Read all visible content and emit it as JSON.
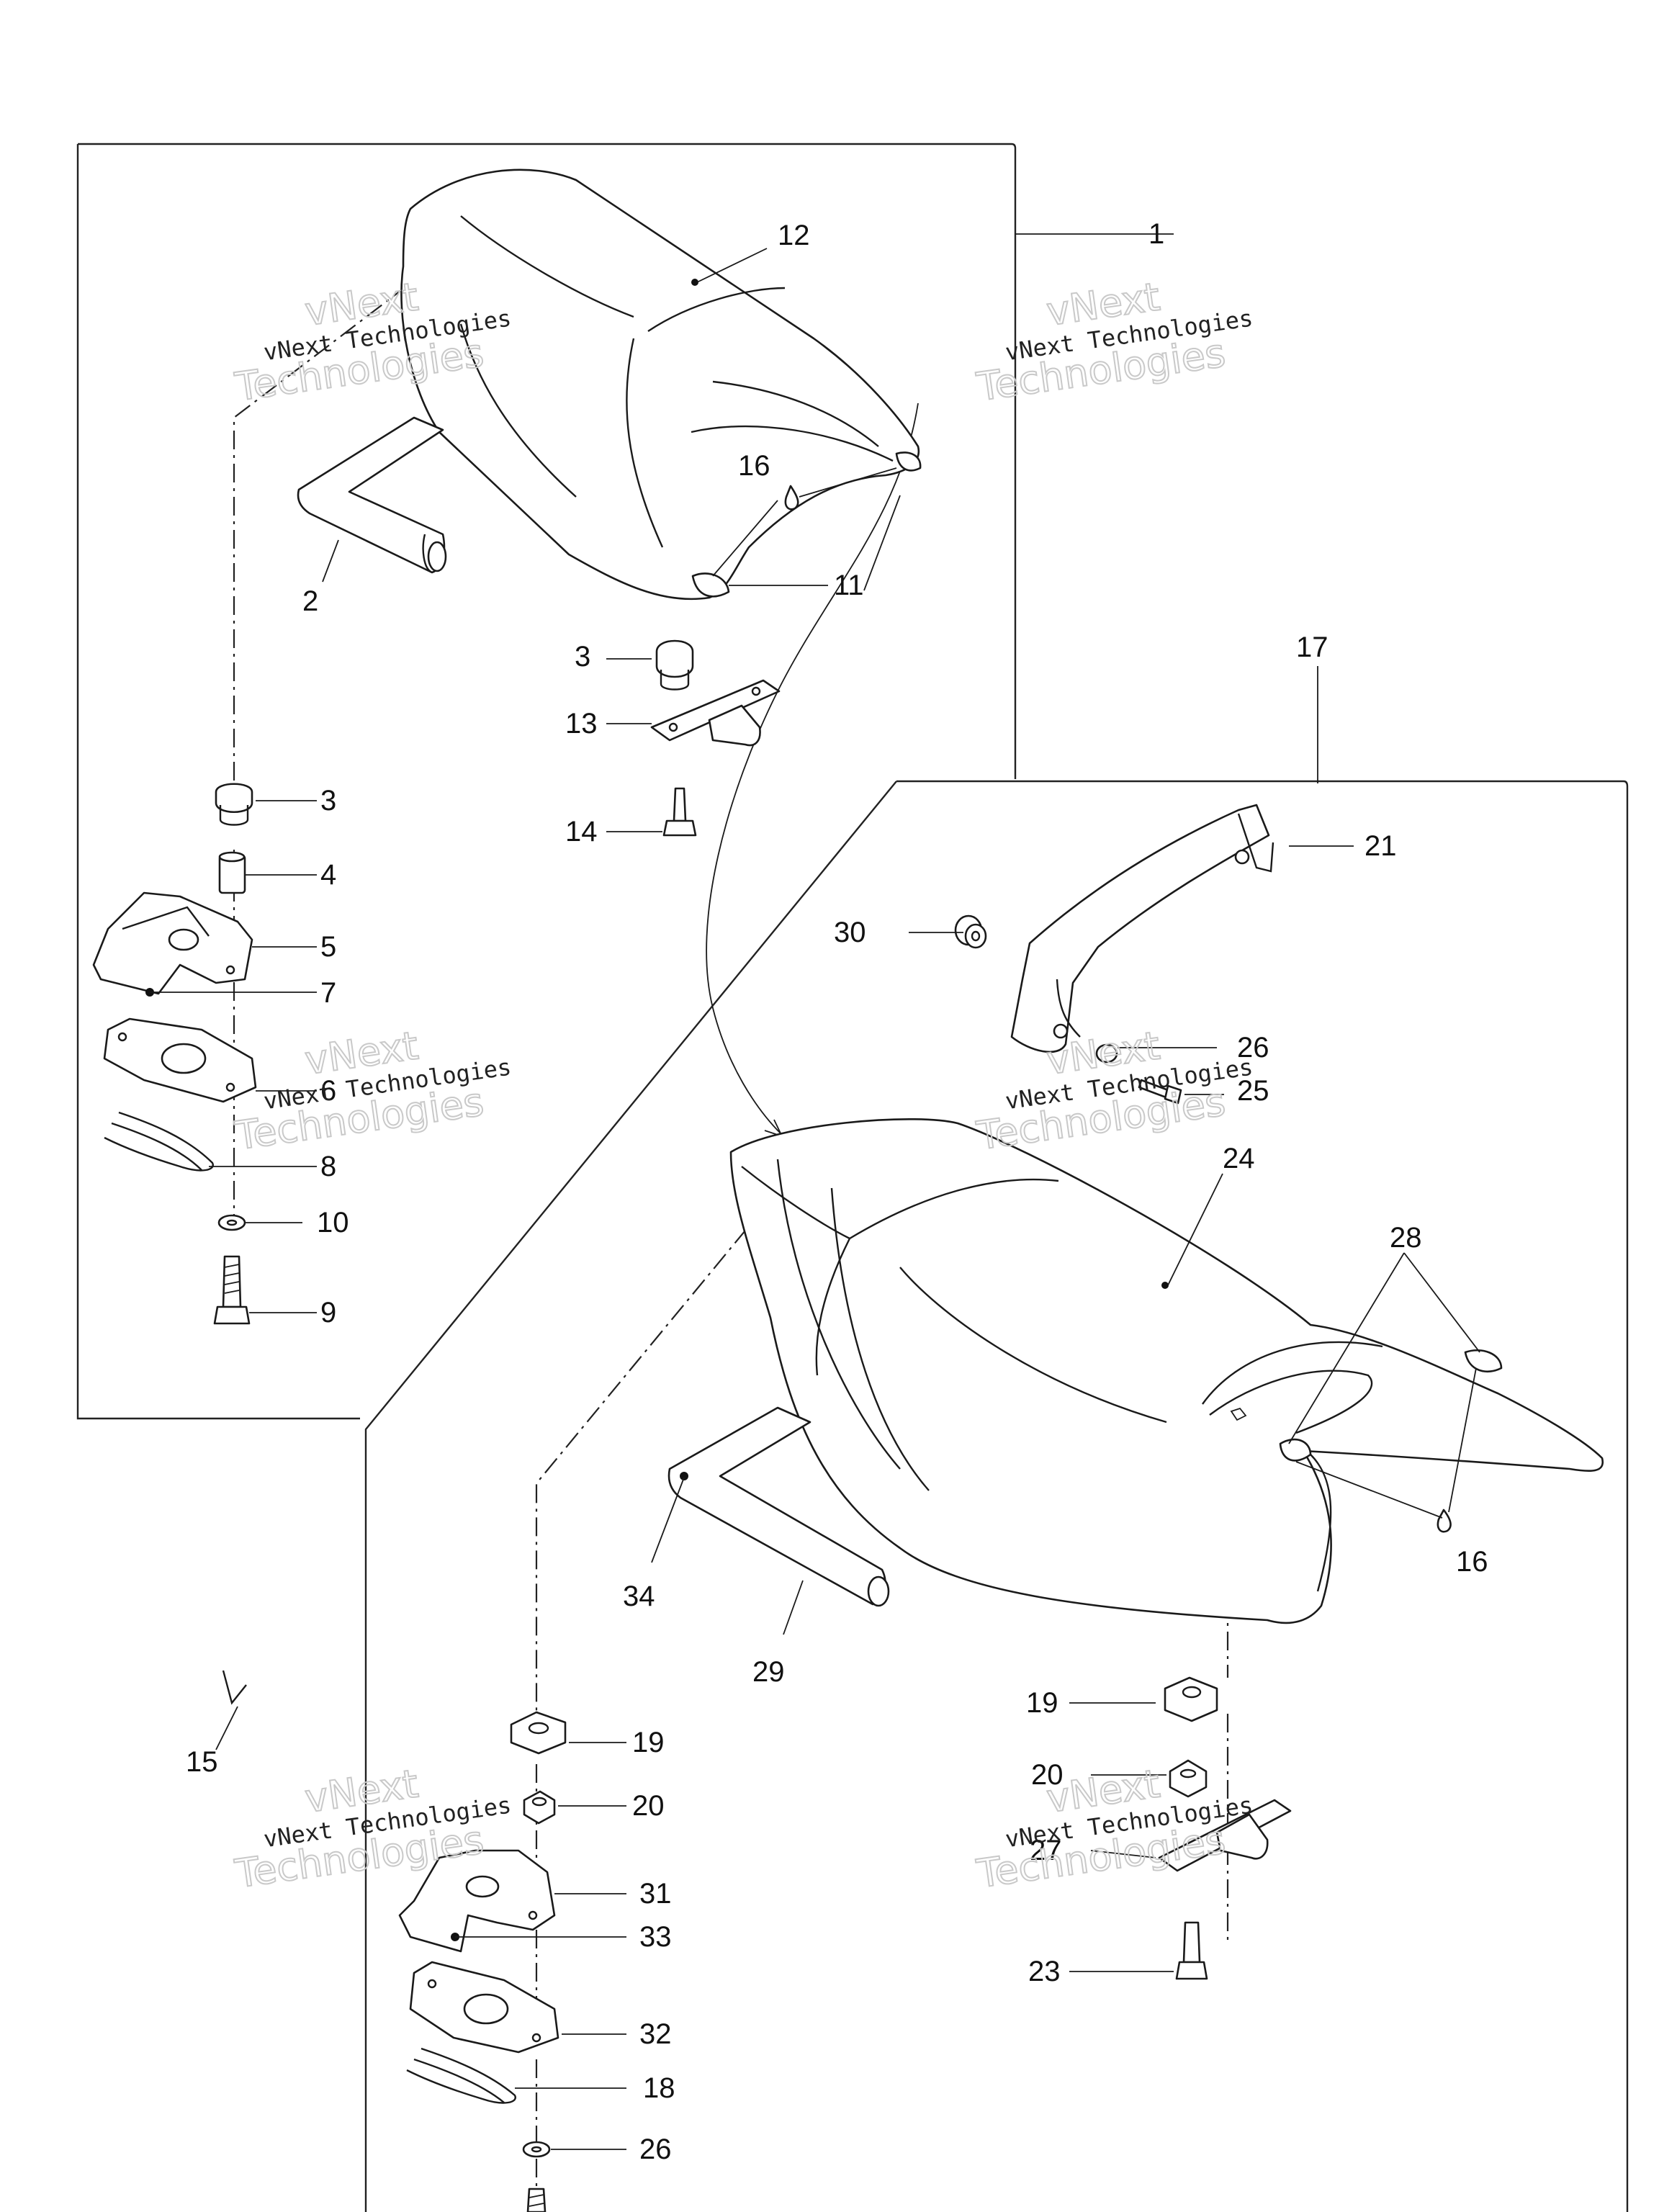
{
  "watermark": {
    "line1": "vNext Technologies",
    "line2": "Technologies",
    "outline_top": "vNext"
  },
  "callouts": [
    "1",
    "2",
    "3",
    "3",
    "4",
    "5",
    "7",
    "6",
    "8",
    "10",
    "9",
    "11",
    "12",
    "13",
    "14",
    "16",
    "15",
    "17",
    "21",
    "30",
    "26",
    "25",
    "24",
    "28",
    "16",
    "34",
    "29",
    "19",
    "20",
    "31",
    "33",
    "32",
    "18",
    "26",
    "19",
    "20",
    "27",
    "23"
  ]
}
